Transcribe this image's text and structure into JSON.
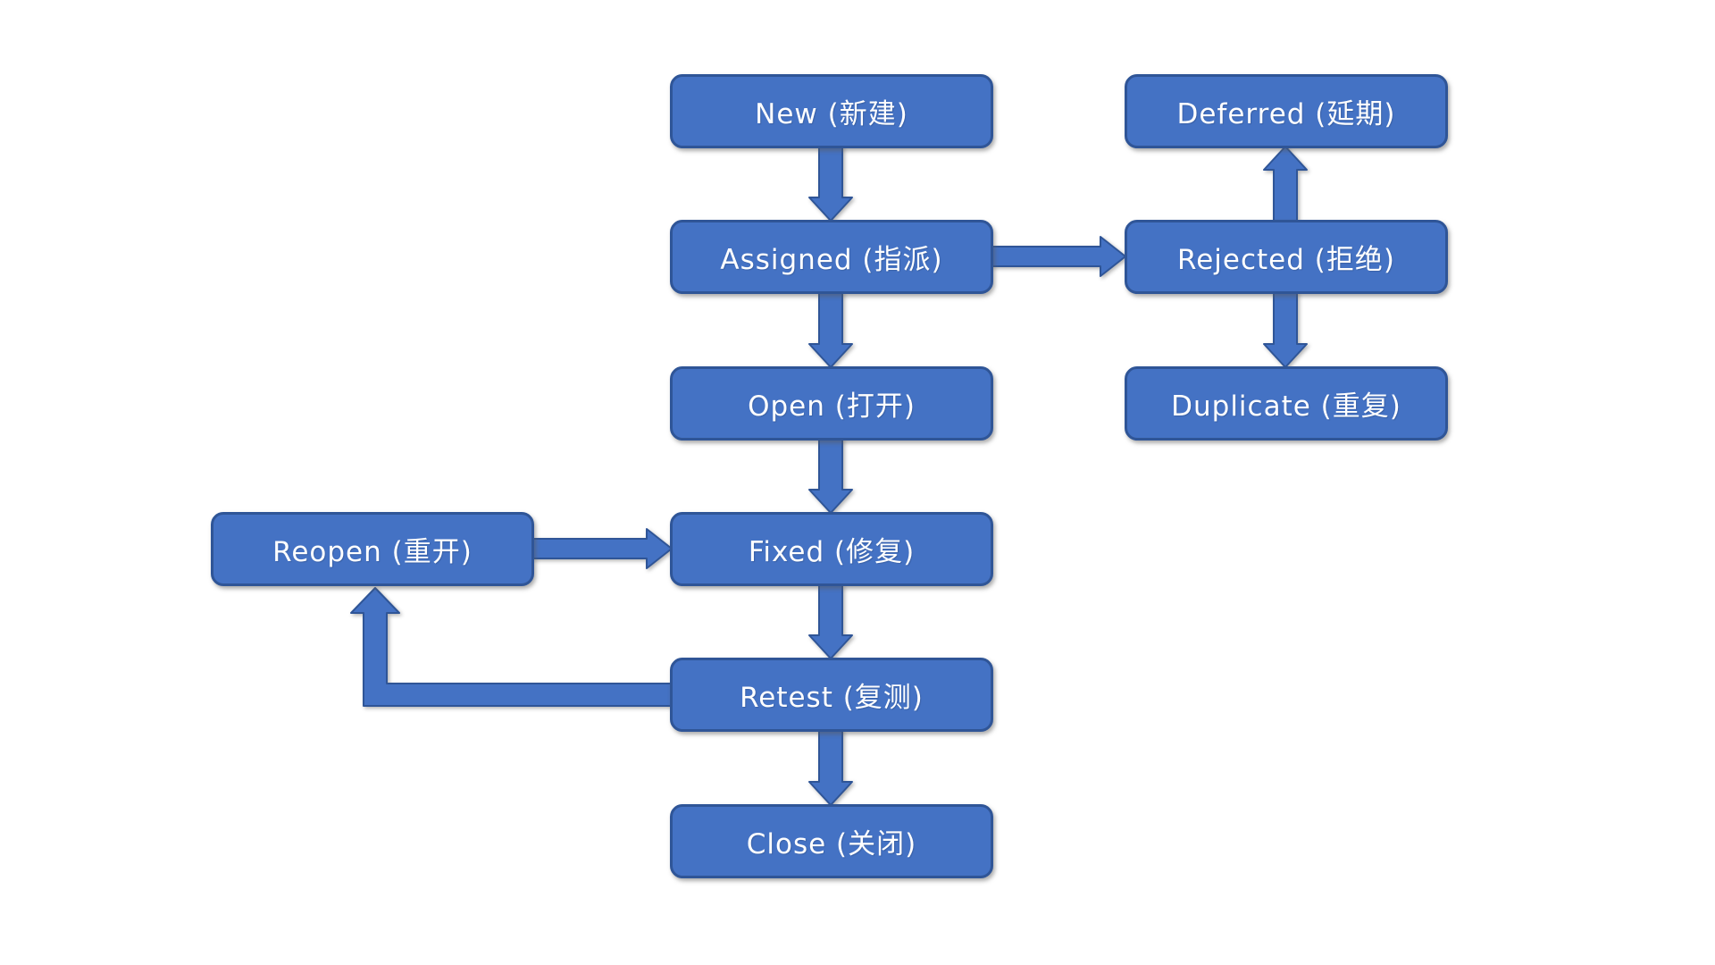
{
  "diagram": {
    "type": "flowchart",
    "background_color": "#FFFFFF",
    "node_fill_color": "#4472C4",
    "node_border_color": "#2F5597",
    "node_text_color": "#FFFFFF",
    "nodes": {
      "new": {
        "label": "New (新建)"
      },
      "assigned": {
        "label": "Assigned (指派)"
      },
      "open": {
        "label": "Open (打开)"
      },
      "fixed": {
        "label": "Fixed (修复)"
      },
      "retest": {
        "label": "Retest (复测)"
      },
      "close": {
        "label": "Close (关闭)"
      },
      "deferred": {
        "label": "Deferred (延期)"
      },
      "rejected": {
        "label": "Rejected (拒绝)"
      },
      "duplicate": {
        "label": "Duplicate (重复)"
      },
      "reopen": {
        "label": "Reopen (重开)"
      }
    },
    "edges": [
      {
        "from": "new",
        "to": "assigned",
        "direction": "down"
      },
      {
        "from": "assigned",
        "to": "open",
        "direction": "down"
      },
      {
        "from": "assigned",
        "to": "rejected",
        "direction": "right"
      },
      {
        "from": "rejected",
        "to": "deferred",
        "direction": "up"
      },
      {
        "from": "rejected",
        "to": "duplicate",
        "direction": "down"
      },
      {
        "from": "open",
        "to": "fixed",
        "direction": "down"
      },
      {
        "from": "reopen",
        "to": "fixed",
        "direction": "right"
      },
      {
        "from": "fixed",
        "to": "retest",
        "direction": "down"
      },
      {
        "from": "retest",
        "to": "reopen",
        "direction": "left-then-up"
      },
      {
        "from": "retest",
        "to": "close",
        "direction": "down"
      }
    ]
  }
}
